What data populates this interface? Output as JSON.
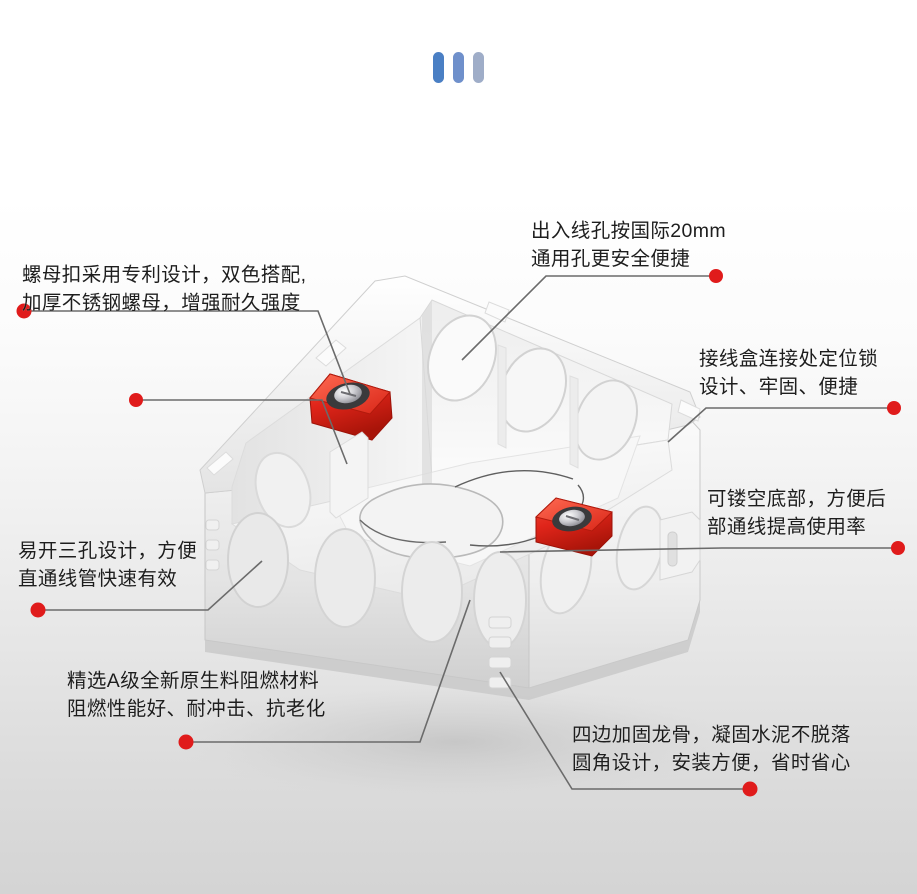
{
  "page": {
    "title": "86型通用开关插座底盒产品特点图解",
    "background_top_color": "#ffffff",
    "background_bottom_color": "#d4d4d4",
    "marker_color": "#e01b1b",
    "leader_line_color": "#6b6b6b",
    "text_color": "#1d1d1d"
  },
  "logo": {
    "name": "three-bars-logo",
    "bars": [
      {
        "color": "#4a7fc4"
      },
      {
        "color": "#6f90cb"
      },
      {
        "color": "#9fadc8"
      }
    ]
  },
  "product": {
    "name": "wall-junction-box",
    "body_color": "#f4f4f4",
    "shadow_color": "#d9d9d9",
    "accent_color": "#e12b20",
    "screw_color": "#b9b9bc",
    "parts": [
      {
        "name": "red-nut-holder-left",
        "label": "螺母扣"
      },
      {
        "name": "red-nut-holder-right",
        "label": "螺母扣"
      },
      {
        "name": "knockout-hole",
        "label": "出入线孔"
      },
      {
        "name": "positioning-lock",
        "label": "定位锁"
      },
      {
        "name": "hollow-bottom",
        "label": "镂空底部"
      },
      {
        "name": "reinforced-keel",
        "label": "加固龙骨"
      }
    ]
  },
  "callouts": [
    {
      "id": "nut",
      "name": "callout-nut-design",
      "lines": [
        "螺母扣采用专利设计，双色搭配,",
        "加厚不锈钢螺母，增强耐久强度"
      ]
    },
    {
      "id": "hole",
      "name": "callout-wire-hole",
      "lines": [
        "出入线孔按国际20mm",
        "通用孔更安全便捷"
      ]
    },
    {
      "id": "lock",
      "name": "callout-positioning-lock",
      "lines": [
        "接线盒连接处定位锁",
        "设计、牢固、便捷"
      ]
    },
    {
      "id": "hollow",
      "name": "callout-hollow-bottom",
      "lines": [
        "可镂空底部，方便后",
        "部通线提高使用率"
      ]
    },
    {
      "id": "threehole",
      "name": "callout-three-hole-design",
      "lines": [
        "易开三孔设计，方便",
        "直通线管快速有效"
      ]
    },
    {
      "id": "material",
      "name": "callout-flame-retardant-material",
      "lines": [
        "精选A级全新原生料阻燃材料",
        "阻燃性能好、耐冲击、抗老化"
      ]
    },
    {
      "id": "keel",
      "name": "callout-reinforced-keel",
      "lines": [
        "四边加固龙骨，凝固水泥不脱落",
        "圆角设计，安装方便，省时省心"
      ]
    }
  ]
}
